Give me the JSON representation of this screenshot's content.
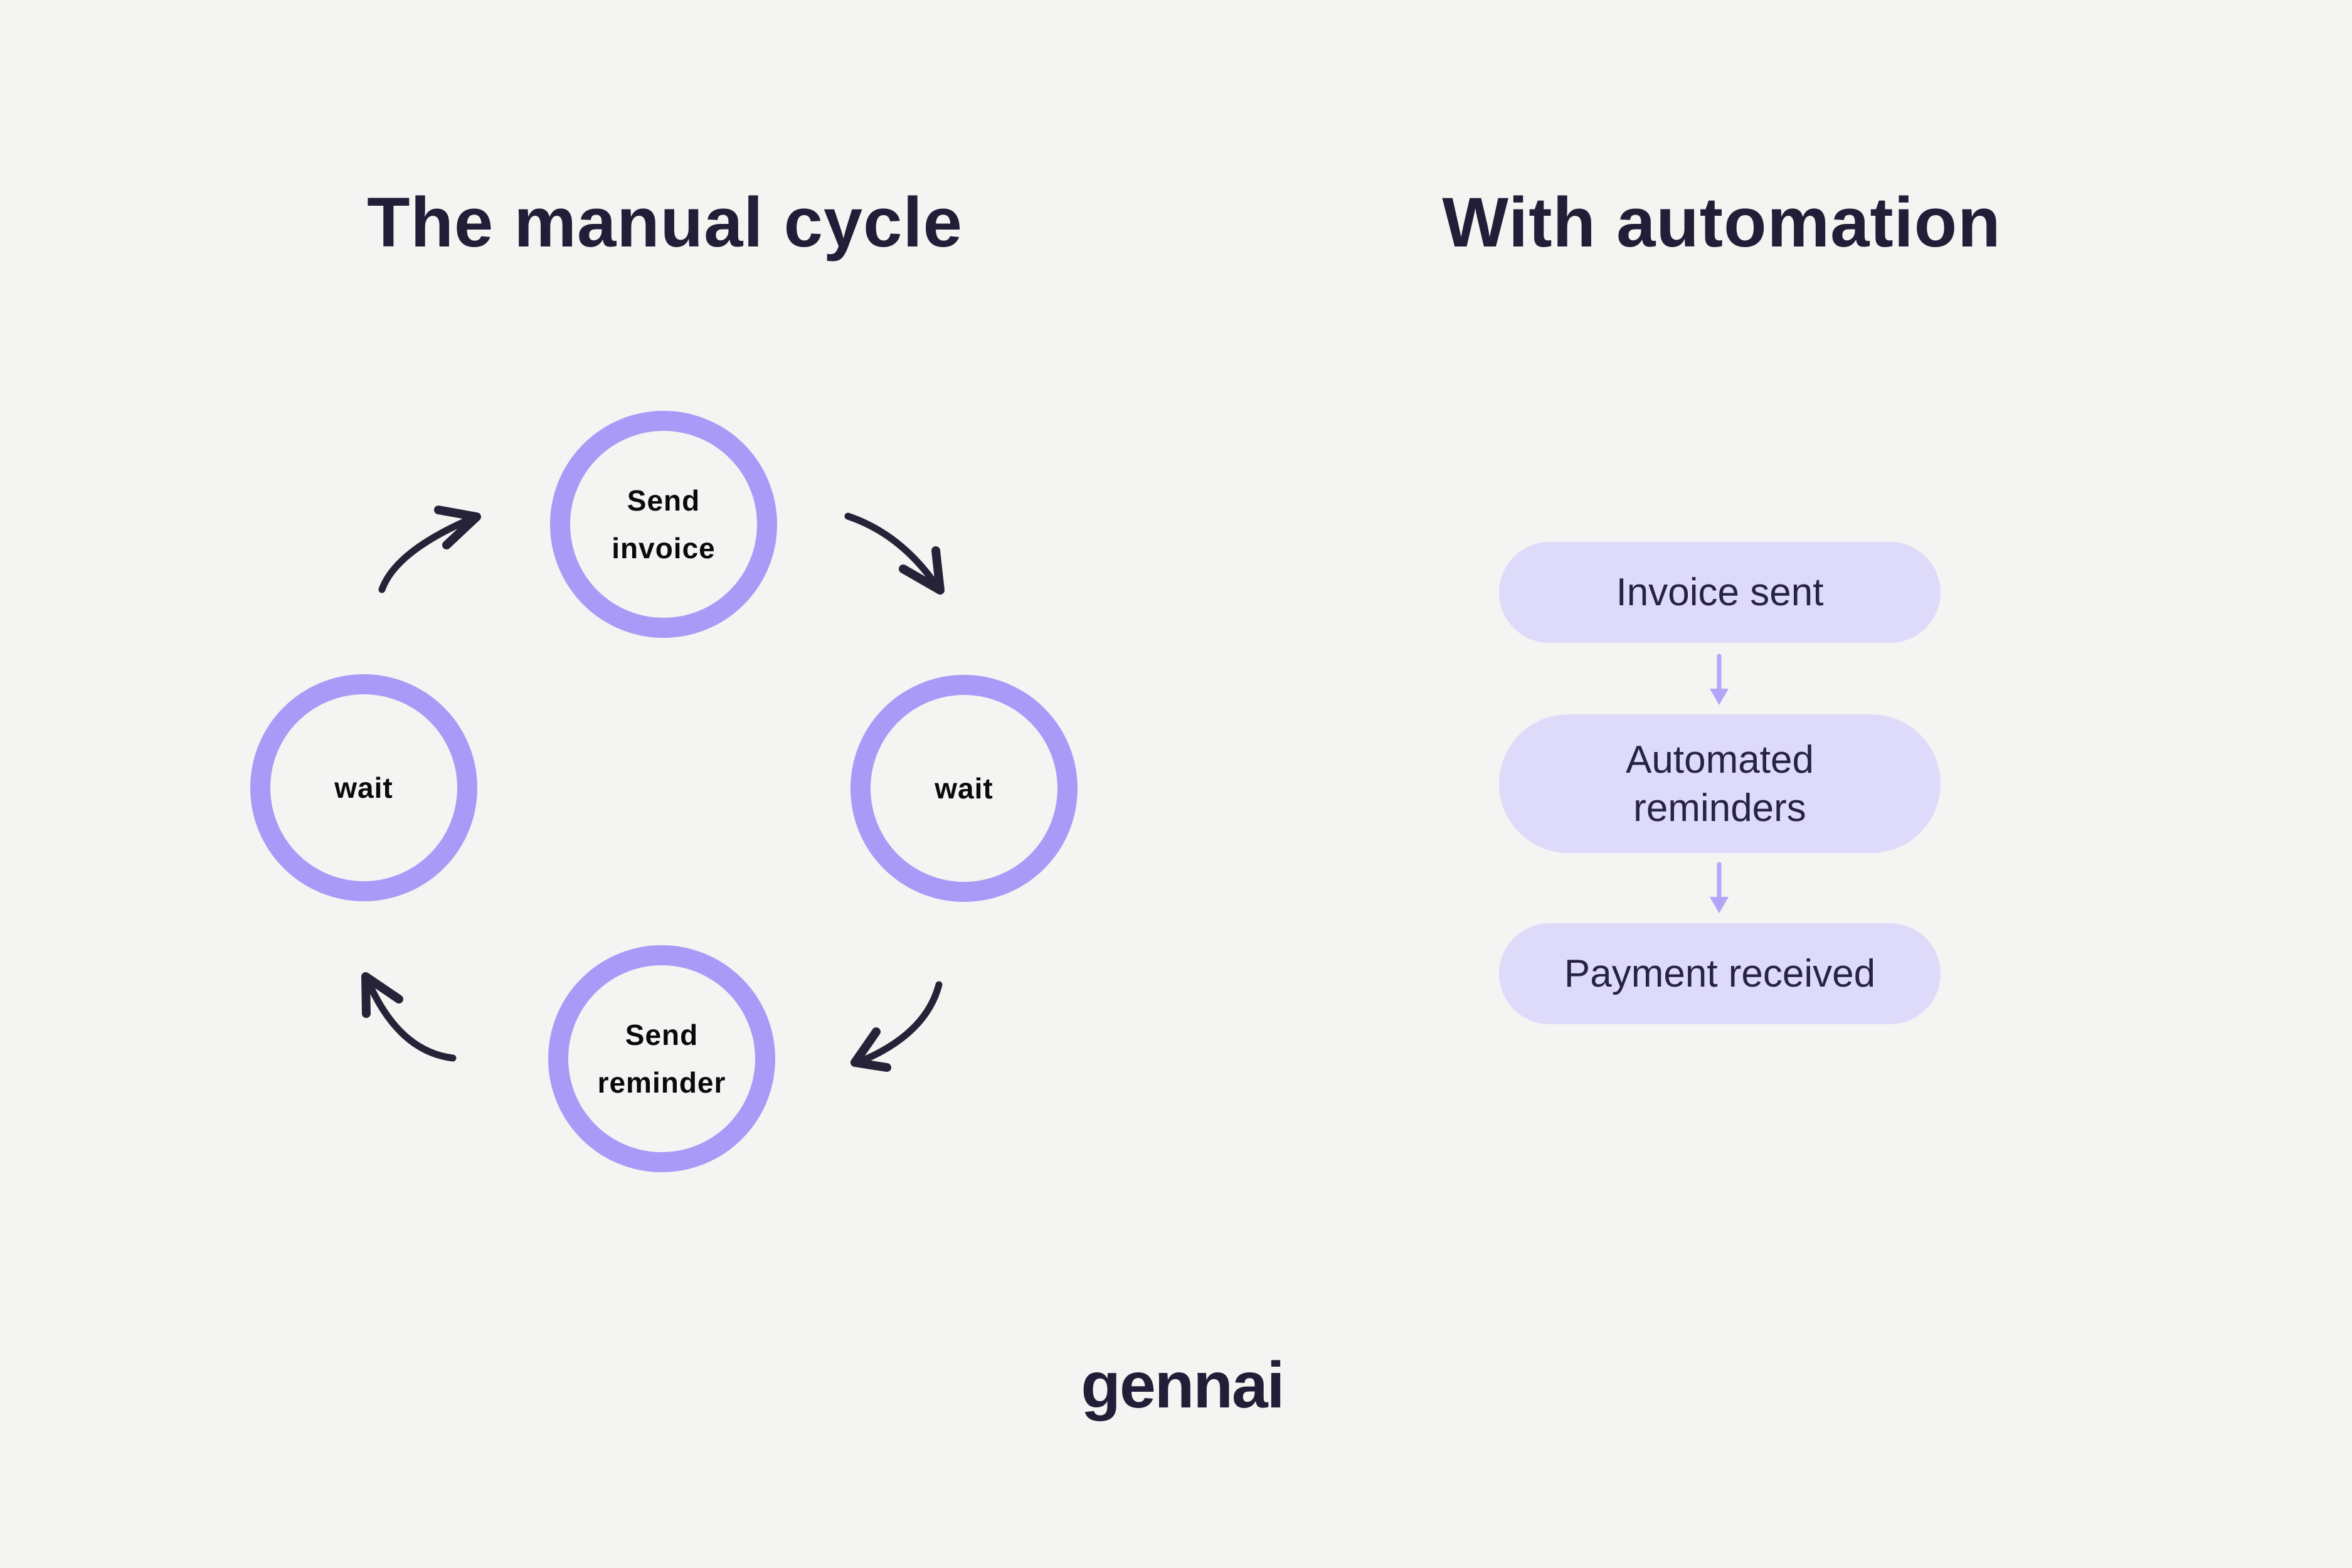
{
  "colors": {
    "background": "#f4f4f2",
    "ring": "#a99af7",
    "pill": "#dedafa",
    "handArrow": "#262338",
    "flowArrow": "#b2a6fb",
    "title": "#221e38",
    "label": "#0a0a0a",
    "pillText": "#272343"
  },
  "manual_cycle": {
    "title": "The manual cycle",
    "steps": [
      {
        "id": "send-invoice",
        "lines": [
          "Send",
          "invoice"
        ]
      },
      {
        "id": "wait-right",
        "lines": [
          "wait"
        ]
      },
      {
        "id": "send-reminder",
        "lines": [
          "Send",
          "reminder"
        ]
      },
      {
        "id": "wait-left",
        "lines": [
          "wait"
        ]
      }
    ]
  },
  "automation_flow": {
    "title": "With automation",
    "steps": [
      {
        "id": "invoice-sent",
        "lines": [
          "Invoice sent"
        ]
      },
      {
        "id": "automated-reminders",
        "lines": [
          "Automated",
          "reminders"
        ]
      },
      {
        "id": "payment-received",
        "lines": [
          "Payment received"
        ]
      }
    ]
  },
  "footer": {
    "logo": "gennai"
  }
}
